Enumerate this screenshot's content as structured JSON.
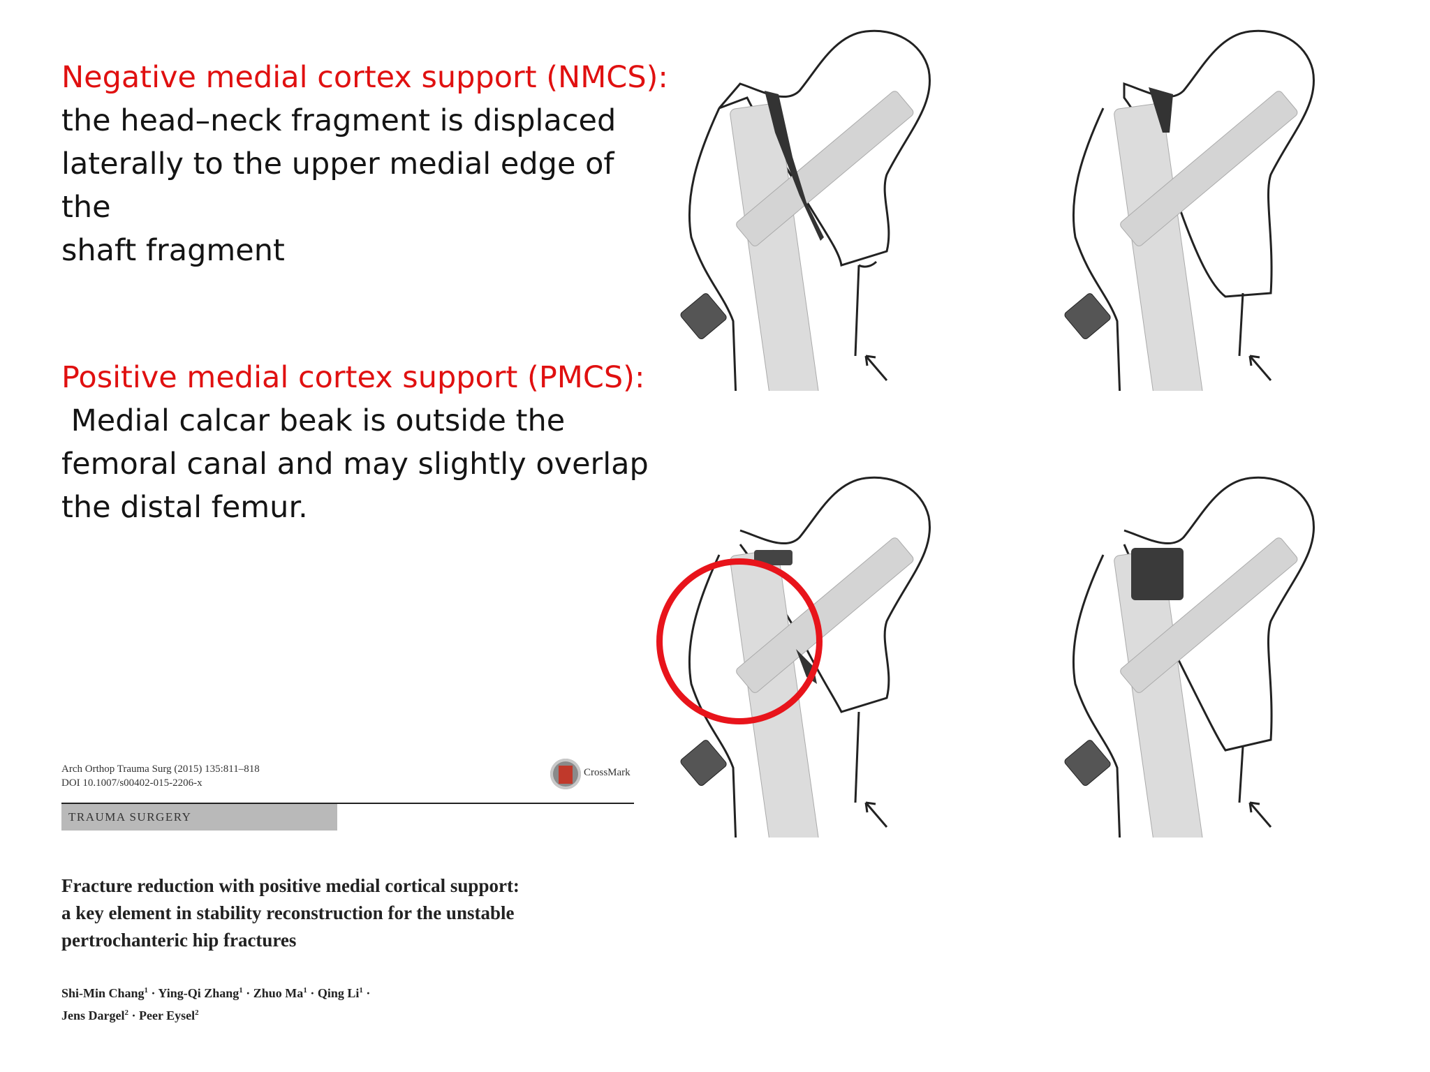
{
  "nmcs": {
    "heading": "Negative medial cortex support (NMCS):",
    "lines": [
      "the head–neck fragment is displaced",
      "laterally to the upper medial edge of the",
      "shaft fragment"
    ]
  },
  "pmcs": {
    "heading": "Positive medial cortex support (PMCS):",
    "lines": [
      " Medial calcar beak is outside the",
      "femoral canal and may slightly overlap",
      "the distal femur."
    ]
  },
  "paper": {
    "journal_ref": "Arch Orthop Trauma Surg (2015) 135:811–818",
    "doi": "DOI 10.1007/s00402-015-2206-x",
    "crossmark_label": "CrossMark",
    "section": "TRAUMA SURGERY",
    "title_lines": [
      "Fracture reduction with positive medial cortical support:",
      "a key element in stability reconstruction for the unstable",
      "pertrochanteric hip fractures"
    ],
    "authors_line1": [
      {
        "name": "Shi-Min Chang",
        "sup": "1"
      },
      {
        "name": "Ying-Qi Zhang",
        "sup": "1"
      },
      {
        "name": "Zhuo Ma",
        "sup": "1"
      },
      {
        "name": "Qing Li",
        "sup": "1"
      }
    ],
    "authors_line2": [
      {
        "name": "Jens Dargel",
        "sup": "2"
      },
      {
        "name": "Peer Eysel",
        "sup": "2"
      }
    ]
  },
  "colors": {
    "heading": "#e01010",
    "highlight": "#e8141b"
  }
}
